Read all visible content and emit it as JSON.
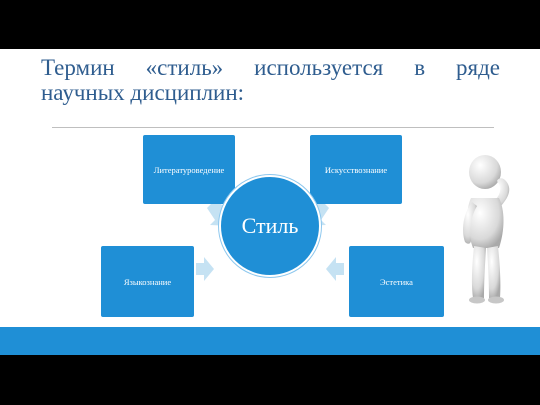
{
  "slide": {
    "title_line1": "Термин «стиль» используется в ряде",
    "title_line2": "научных дисциплин:"
  },
  "diagram": {
    "center": "Стиль",
    "boxes": {
      "top_left": "Литературоведение",
      "top_right": "Искусствознание",
      "bottom_left": "Языкознание",
      "bottom_right": "Эстетика"
    }
  },
  "colors": {
    "accent": "#1f8fd6",
    "title": "#2f5d8f",
    "arrow": "#c5e2f3"
  },
  "icons": {
    "figure": "thinking-person-figure"
  }
}
